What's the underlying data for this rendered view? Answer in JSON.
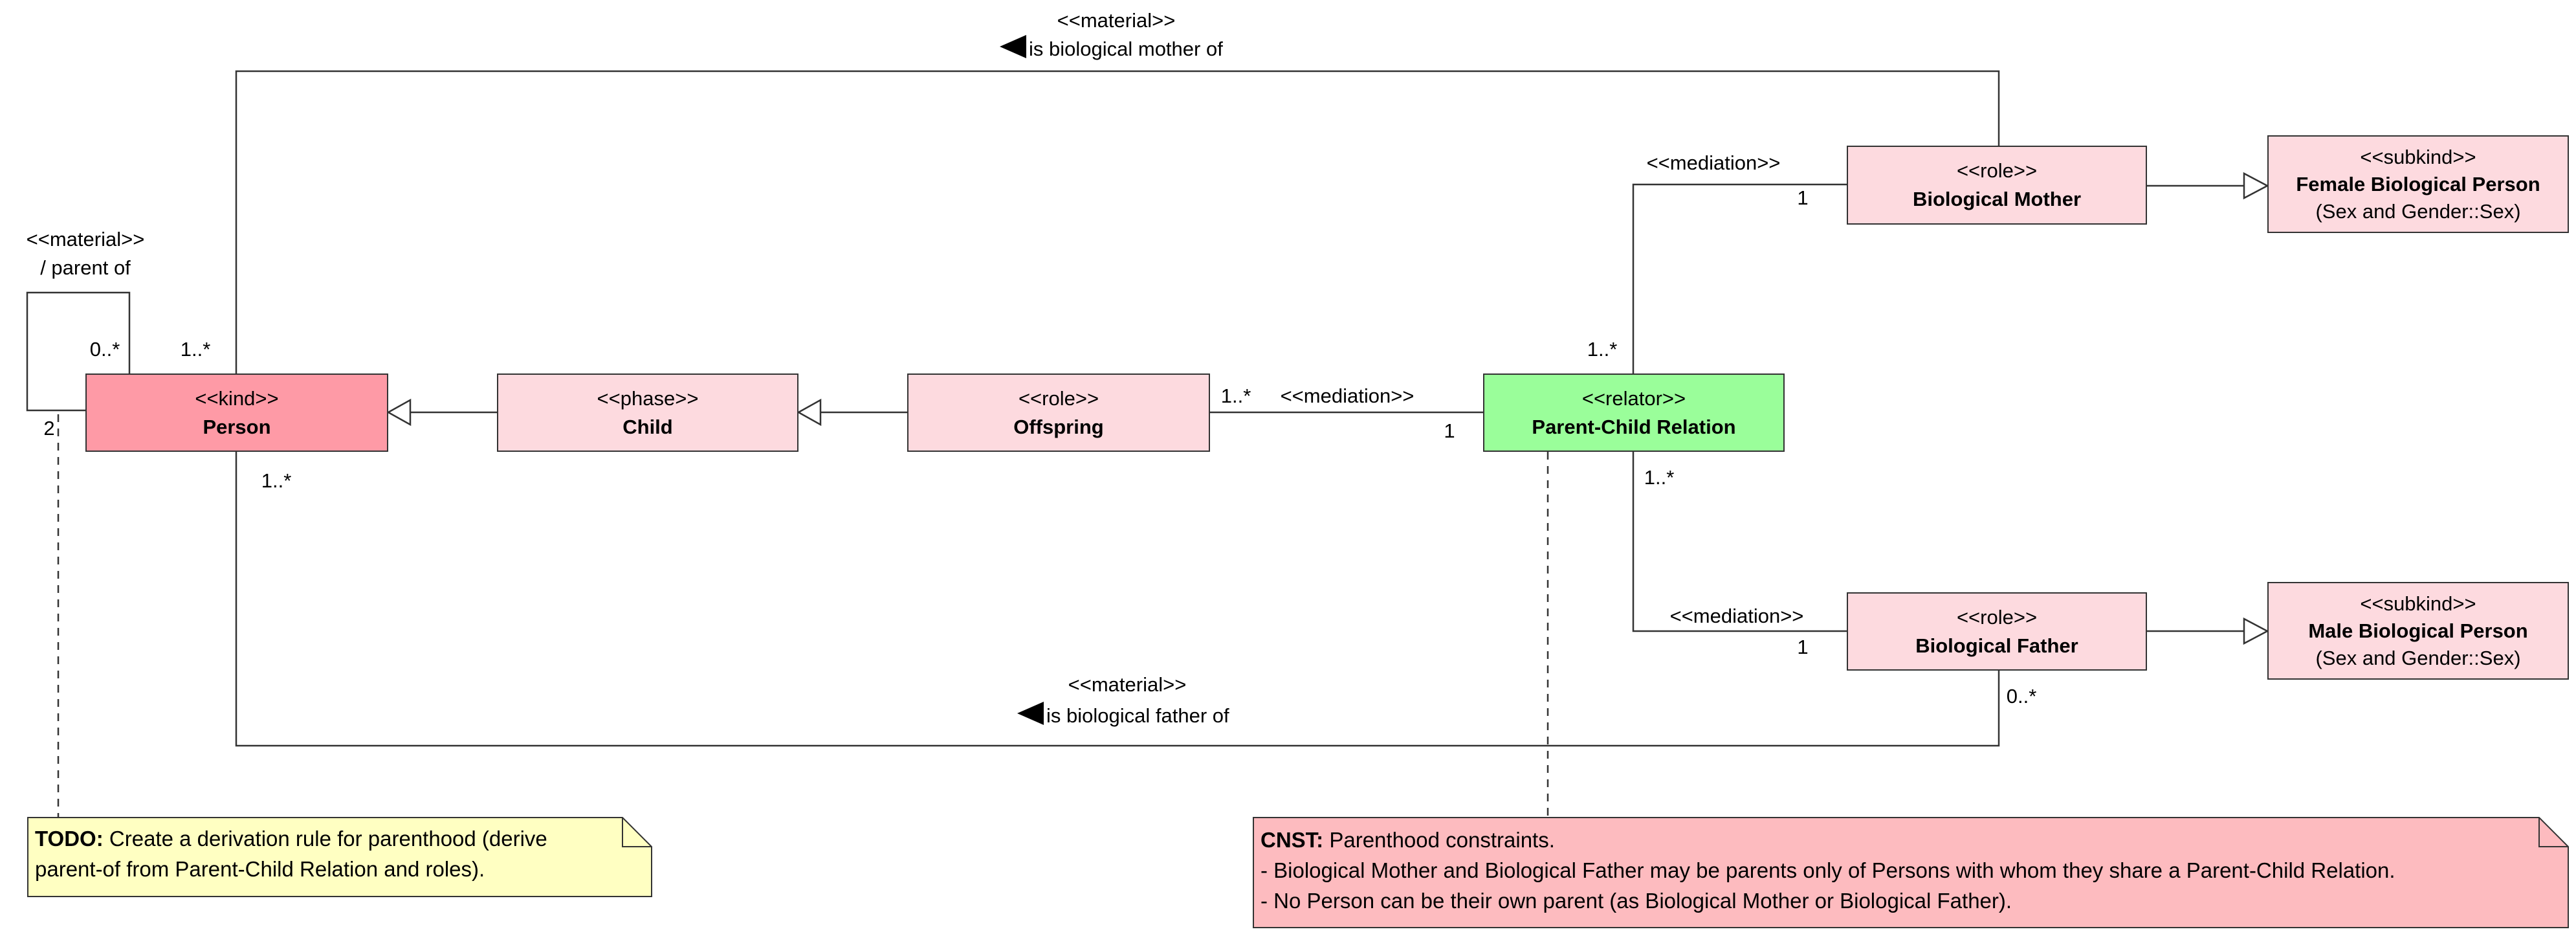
{
  "colors": {
    "kind": "#fe9aa6",
    "pale": "#fddadf",
    "relator": "#9afe9a",
    "todo_note": "#ffffc2",
    "cnst_note": "#fdbbbf",
    "line": "#333333"
  },
  "classes": {
    "person": {
      "stereotype": "<<kind>>",
      "name": "Person"
    },
    "child": {
      "stereotype": "<<phase>>",
      "name": "Child"
    },
    "offspring": {
      "stereotype": "<<role>>",
      "name": "Offspring"
    },
    "relation": {
      "stereotype": "<<relator>>",
      "name": "Parent-Child Relation"
    },
    "mother": {
      "stereotype": "<<role>>",
      "name": "Biological Mother"
    },
    "father": {
      "stereotype": "<<role>>",
      "name": "Biological Father"
    },
    "female": {
      "stereotype": "<<subkind>>",
      "name": "Female Biological Person",
      "sub": "(Sex and Gender::Sex)"
    },
    "male": {
      "stereotype": "<<subkind>>",
      "name": "Male Biological Person",
      "sub": "(Sex and Gender::Sex)"
    }
  },
  "associations": {
    "mother_of": {
      "stereotype": "<<material>>",
      "name": "is biological mother of"
    },
    "father_of": {
      "stereotype": "<<material>>",
      "name": "is biological father of"
    },
    "parent_of": {
      "stereotype": "<<material>>",
      "name": "/ parent of"
    },
    "mediation_mother": {
      "stereotype": "<<mediation>>"
    },
    "mediation_father": {
      "stereotype": "<<mediation>>"
    },
    "mediation_offspring": {
      "stereotype": "<<mediation>>"
    }
  },
  "multiplicities": {
    "self_top": "0..*",
    "person_top": "1..*",
    "self_bottom": "2",
    "person_bottom": "1..*",
    "offspring_right": "1..*",
    "relation_left": "1",
    "relation_top": "1..*",
    "relation_bottom": "1..*",
    "mother_left": "1",
    "father_left": "1",
    "father_bottom": "0..*"
  },
  "notes": {
    "todo": {
      "label": "TODO:",
      "line1": " Create a derivation rule for parenthood (derive",
      "line2": "parent-of from Parent-Child Relation and roles)."
    },
    "cnst": {
      "label": "CNST:",
      "line1": " Parenthood constraints.",
      "line2": "- Biological Mother and Biological Father may be parents only of Persons with whom they share a Parent-Child Relation.",
      "line3": "- No Person can be their own parent (as Biological Mother or Biological Father)."
    }
  }
}
